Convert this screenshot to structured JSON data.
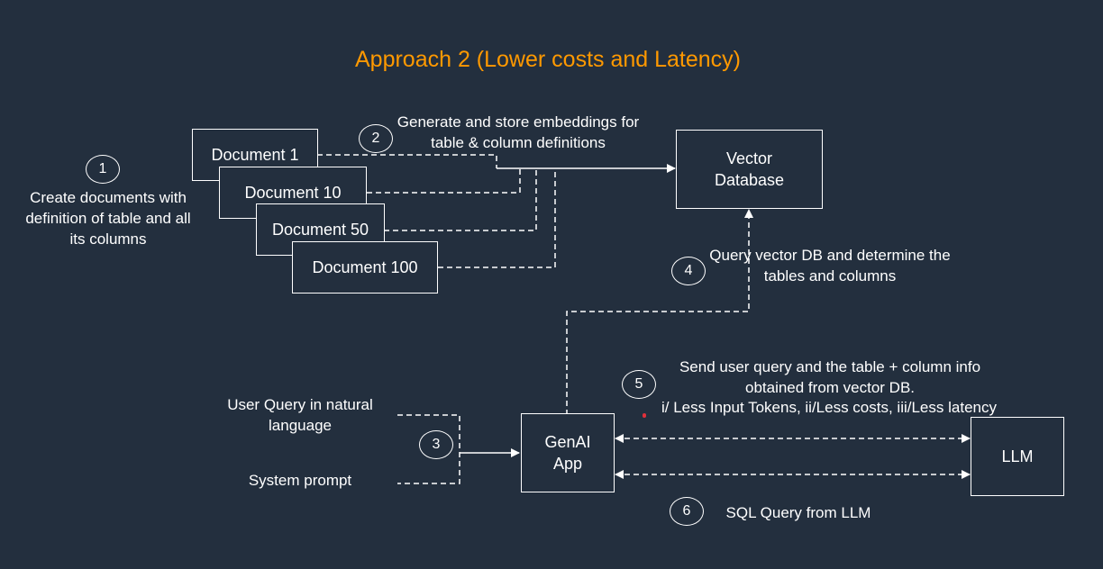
{
  "title": "Approach 2 (Lower costs and Latency)",
  "documents": [
    "Document 1",
    "Document 10",
    "Document 50",
    "Document 100"
  ],
  "nodes": {
    "vector_db": "Vector Database",
    "genai_app": "GenAI App",
    "llm": "LLM"
  },
  "steps": [
    {
      "number": "1",
      "text": "Create documents with definition of table and all its columns"
    },
    {
      "number": "2",
      "text": "Generate and store embeddings for table & column definitions"
    },
    {
      "number": "3",
      "text": ""
    },
    {
      "number": "4",
      "text": "Query vector DB and determine the tables and columns"
    },
    {
      "number": "5",
      "text": "Send user query and the table + column info obtained from vector DB."
    },
    {
      "number": "6",
      "text": "SQL Query from LLM"
    }
  ],
  "step5_benefits": "i/ Less Input Tokens, ii/Less costs, iii/Less latency",
  "inputs": {
    "user_query": "User Query in natural language",
    "system_prompt": "System prompt"
  },
  "colors": {
    "background": "#232f3e",
    "title": "#ff9900",
    "lines": "#ffffff"
  }
}
